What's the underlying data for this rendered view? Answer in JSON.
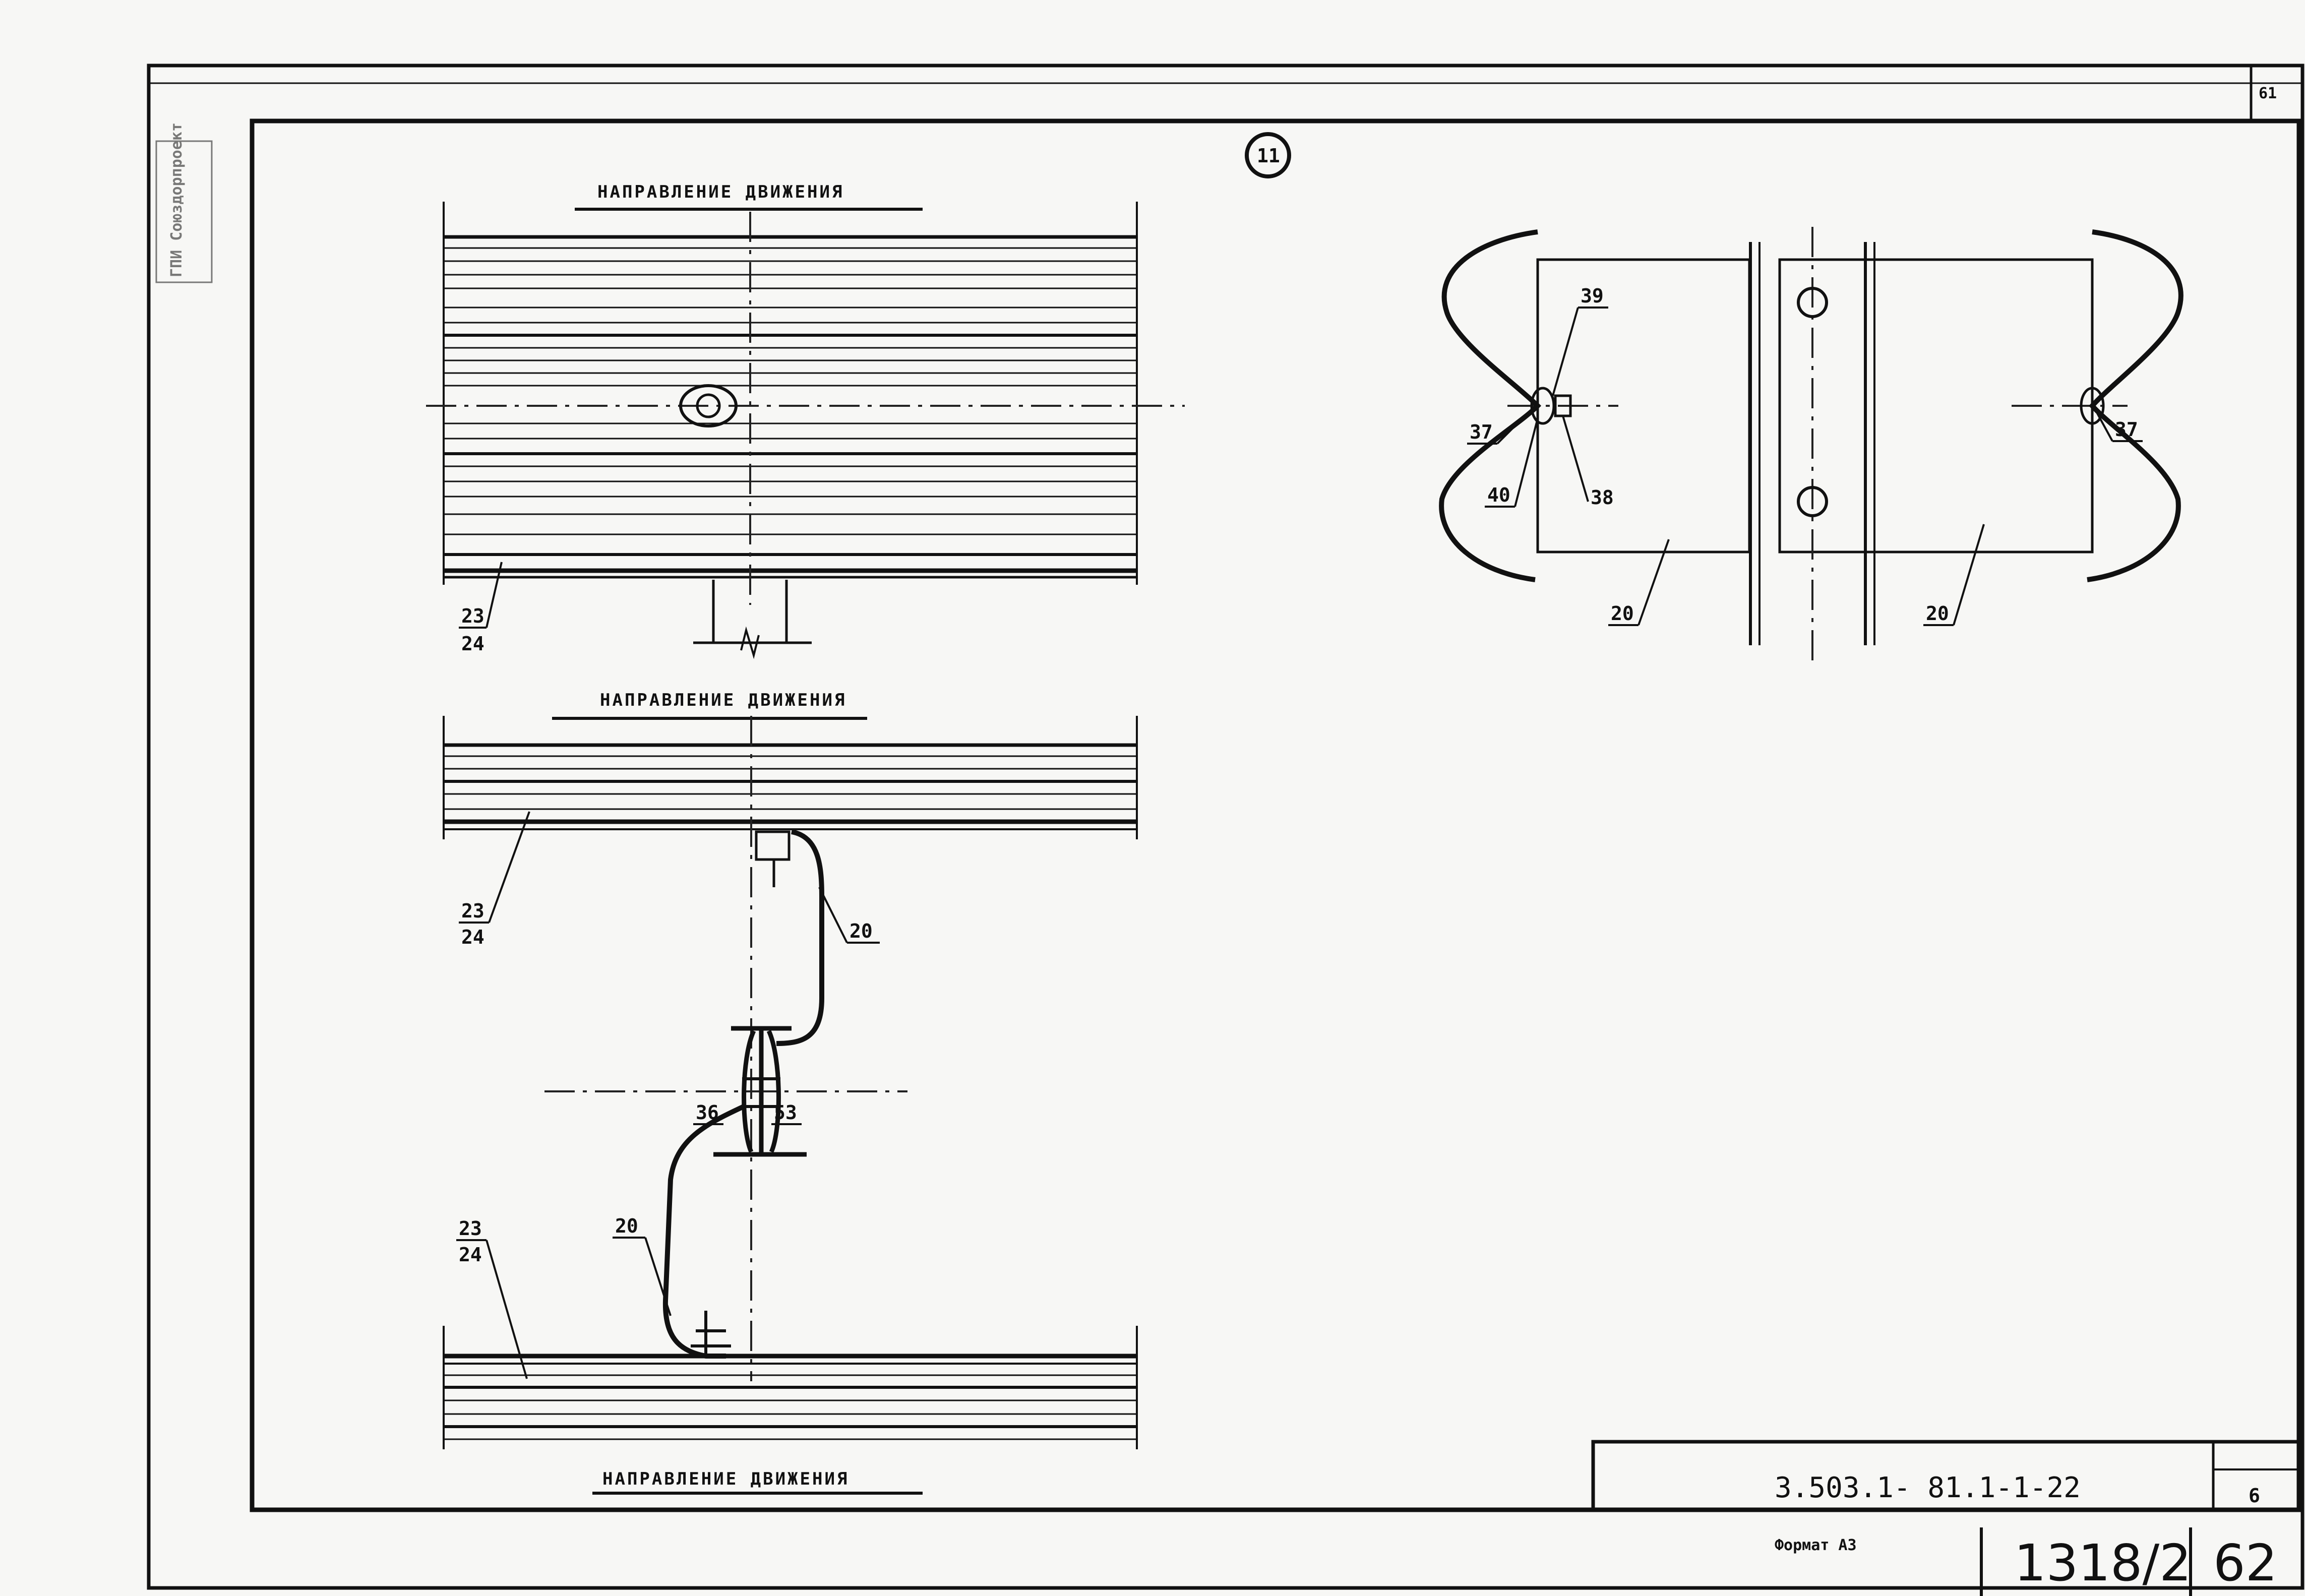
{
  "sheet": {
    "detail_mark": "11",
    "corner_page": "61",
    "stamp_text": "ГПИ Союздорпроект"
  },
  "drawings": {
    "top_view": {
      "direction_label": "НАПРАВЛЕНИЕ ДВИЖЕНИЯ",
      "callout_top": "23",
      "callout_bottom": "24"
    },
    "middle_view": {
      "direction_label": "НАПРАВЛЕНИЕ ДВИЖЕНИЯ",
      "callout_top": "23",
      "callout_bottom": "24",
      "callout_bracket": "20"
    },
    "lower_view": {
      "callout_left": "36",
      "callout_right": "53",
      "callout_bracket": "20",
      "callout_top": "23",
      "callout_bottom": "24",
      "direction_label": "НАПРАВЛЕНИЕ ДВИЖЕНИЯ"
    },
    "right_view": {
      "callout_39": "39",
      "callout_37_left": "37",
      "callout_40": "40",
      "callout_38": "38",
      "callout_20_left": "20",
      "callout_20_right": "20",
      "callout_37_right": "37"
    }
  },
  "title_block": {
    "document_code": "3.503.1- 81.1-1-22",
    "sheet_number": "6",
    "format_label": "Формат А3",
    "archive_number": "1318/2",
    "page_number": "62"
  }
}
